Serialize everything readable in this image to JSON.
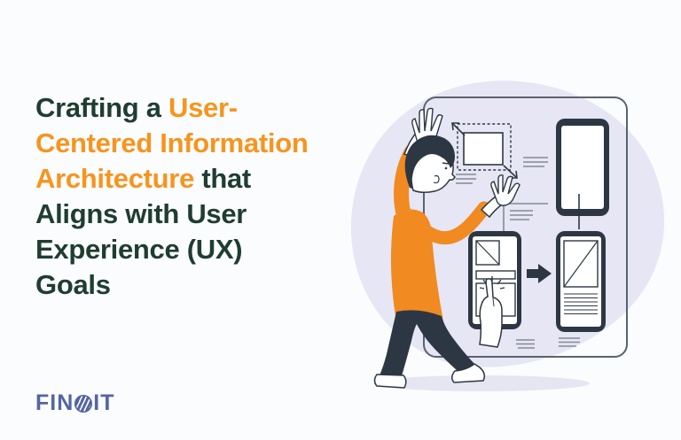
{
  "heading": {
    "part1": "Crafting a ",
    "part2": "User-Centered Information Architecture",
    "part3": " that Aligns with User Experience (UX) Goals"
  },
  "logo": {
    "text_before_o": "FIN",
    "text_after_o": "IT"
  },
  "palette": {
    "background": "#fbfcfe",
    "heading_dark": "#1f3d31",
    "heading_orange": "#f7941e",
    "logo_blue": "#5565a3",
    "illustration_ink": "#2d3743",
    "illustration_orange": "#f08a21",
    "blob_lavender": "#e6e6f5",
    "shadow_gray": "#e6e6f2",
    "line_gray": "#848a94",
    "board_stroke": "#5a636d"
  },
  "icons": {
    "illustration_elements": [
      "whiteboard",
      "dashed-selection-frame",
      "image-placeholder",
      "resize-arrow-up-left",
      "resize-arrow-down-right",
      "text-lines",
      "annotation-bracket",
      "phone-wireframe-plain",
      "phone-wireframe-tap",
      "phone-wireframe-article",
      "arrow-right",
      "tap-hand",
      "person-with-raised-arms",
      "ground-shadow"
    ]
  }
}
